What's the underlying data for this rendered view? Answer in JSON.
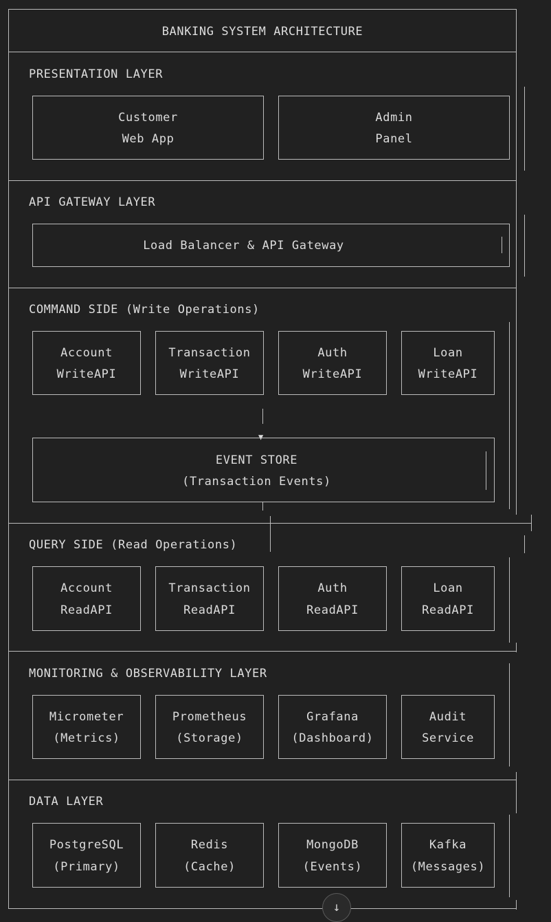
{
  "title": "BANKING SYSTEM ARCHITECTURE",
  "layers": [
    {
      "id": "presentation",
      "label": "PRESENTATION LAYER",
      "boxes": [
        [
          "Customer",
          "Web App"
        ],
        [
          "Admin",
          "Panel"
        ]
      ]
    },
    {
      "id": "gateway",
      "label": "API GATEWAY LAYER",
      "boxes": [
        [
          "Load Balancer & API Gateway",
          ""
        ]
      ]
    },
    {
      "id": "command",
      "label": "COMMAND SIDE (Write Operations)",
      "boxes": [
        [
          "Account",
          "WriteAPI"
        ],
        [
          "Transaction",
          "WriteAPI"
        ],
        [
          "Auth",
          "WriteAPI"
        ],
        [
          "Loan",
          "WriteAPI"
        ]
      ],
      "store": [
        "EVENT STORE",
        "(Transaction Events)"
      ]
    },
    {
      "id": "query",
      "label": "QUERY SIDE (Read Operations)",
      "boxes": [
        [
          "Account",
          "ReadAPI"
        ],
        [
          "Transaction",
          "ReadAPI"
        ],
        [
          "Auth",
          "ReadAPI"
        ],
        [
          "Loan",
          "ReadAPI"
        ]
      ]
    },
    {
      "id": "monitoring",
      "label": "MONITORING & OBSERVABILITY LAYER",
      "boxes": [
        [
          "Micrometer",
          "(Metrics)"
        ],
        [
          "Prometheus",
          "(Storage)"
        ],
        [
          "Grafana",
          "(Dashboard)"
        ],
        [
          "Audit",
          "Service"
        ]
      ]
    },
    {
      "id": "data",
      "label": "DATA LAYER",
      "boxes": [
        [
          "PostgreSQL",
          "(Primary)"
        ],
        [
          "Redis",
          "(Cache)"
        ],
        [
          "MongoDB",
          "(Events)"
        ],
        [
          "Kafka",
          "(Messages)"
        ]
      ]
    }
  ],
  "arrow_glyph": "▼",
  "scroll_glyph": "↓"
}
